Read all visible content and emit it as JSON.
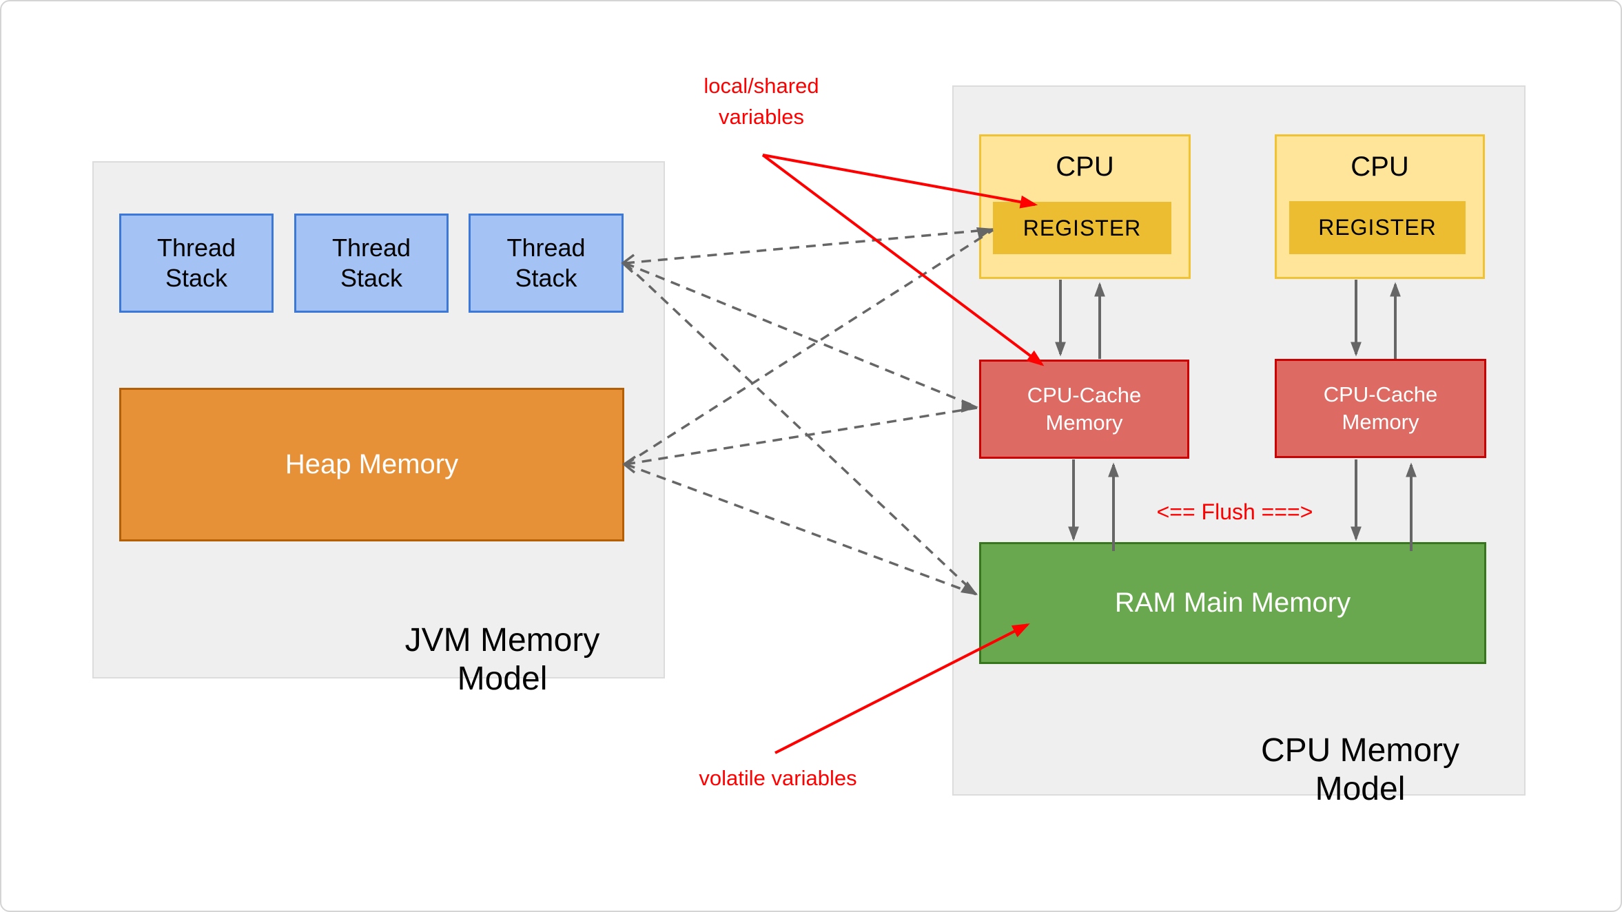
{
  "colors": {
    "panel_bg": "#efefef",
    "panel_border": "#dcdcdc",
    "thread_fill": "#a4c2f4",
    "thread_border": "#3c78d8",
    "heap_fill": "#e69138",
    "heap_border": "#b45f06",
    "cpu_fill": "#ffe599",
    "cpu_border": "#f1c232",
    "register_fill": "#edbd31",
    "cache_fill": "#dd6a63",
    "cache_border": "#cc0000",
    "ram_fill": "#6aa84f",
    "ram_border": "#38761d",
    "arrow_gray": "#666666",
    "annotation_red": "#ff0000",
    "text_dark": "#000000",
    "text_light": "#ffffff"
  },
  "jvm_panel": {
    "label": "JVM Memory Model",
    "thread_stacks": [
      "Thread\nStack",
      "Thread\nStack",
      "Thread\nStack"
    ],
    "heap_label": "Heap Memory"
  },
  "cpu_panel": {
    "label": "CPU Memory Model",
    "cpus": [
      {
        "title": "CPU",
        "register_label": "REGISTER"
      },
      {
        "title": "CPU",
        "register_label": "REGISTER"
      }
    ],
    "caches": [
      "CPU-Cache\nMemory",
      "CPU-Cache\nMemory"
    ],
    "ram_label": "RAM Main Memory",
    "flush_label": "<== Flush ===>"
  },
  "annotations": {
    "local_shared": "local/shared\nvariables",
    "volatile": "volatile variables"
  }
}
